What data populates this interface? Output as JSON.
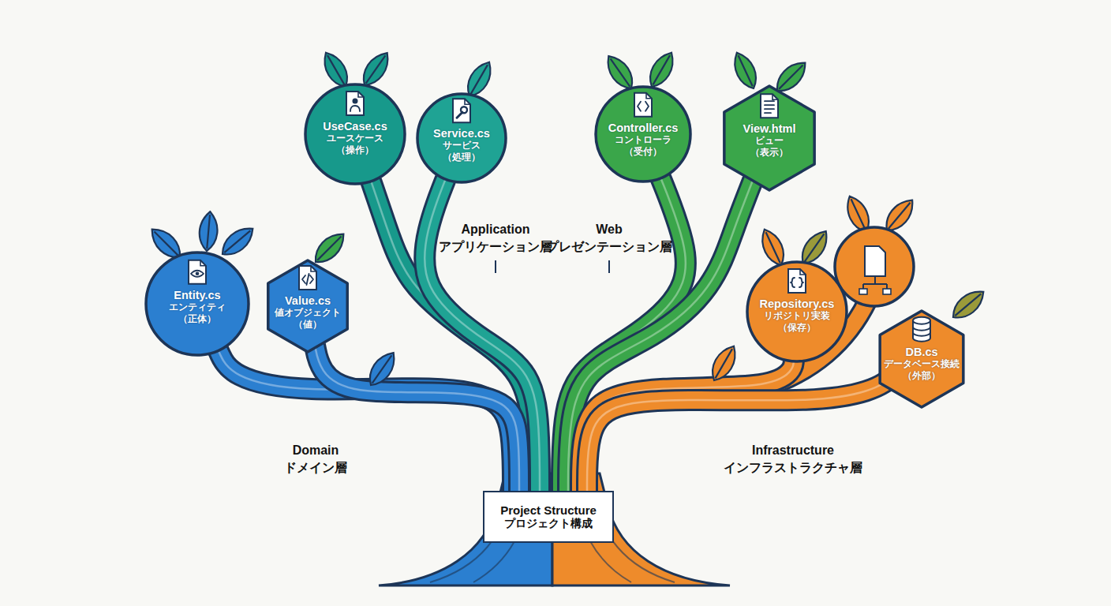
{
  "diagram": {
    "nodes": [
      {
        "text": [
          "UseCase.cs",
          "ユースケース",
          "（操作）"
        ]
      },
      {
        "text": [
          "Service.cs",
          "サービス",
          "（処理）"
        ]
      },
      {
        "text": [
          "Controller.cs",
          "コントローラ",
          "（受付）"
        ]
      },
      {
        "text": [
          "View.html",
          "ビュー",
          "（表示）"
        ]
      },
      {
        "text": [
          "Entity.cs",
          "エンティティ",
          "（正体）"
        ]
      },
      {
        "text": [
          "Value.cs",
          "値オブジェクト",
          "（値）"
        ]
      },
      {
        "text": [
          "Repository.cs",
          "リポジトリ実装",
          "（保存）"
        ]
      },
      {
        "text": [
          "DB.cs",
          "データベース接続",
          "（外部）"
        ]
      },
      {
        "text": [
          "Project Structure",
          "プロジェクト構成"
        ]
      }
    ],
    "edges": [
      {
        "from": 8,
        "to": 0,
        "arrow": "none"
      },
      {
        "from": 8,
        "to": 1,
        "arrow": "none"
      },
      {
        "from": 8,
        "to": 2,
        "arrow": "none"
      },
      {
        "from": 8,
        "to": 3,
        "arrow": "none"
      },
      {
        "from": 8,
        "to": 4,
        "arrow": "none"
      },
      {
        "from": 8,
        "to": 5,
        "arrow": "none"
      },
      {
        "from": 8,
        "to": 6,
        "arrow": "none"
      },
      {
        "from": 8,
        "to": 7,
        "arrow": "none"
      }
    ],
    "labels": [
      "Application アプリケーション層",
      "Web プレゼンテーション層",
      "Domain ドメイン層",
      "Infrastructure インフラストラクチャ層"
    ]
  }
}
